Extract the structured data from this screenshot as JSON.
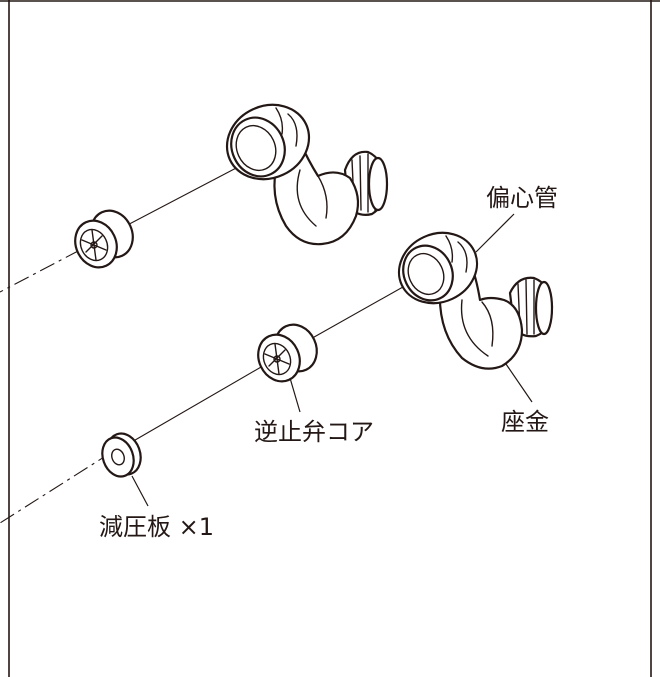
{
  "labels": {
    "eccentric_pipe": "偏心管",
    "washer": "座金",
    "check_valve_core": "逆止弁コア",
    "pressure_reducing_plate": "減圧板 ×1"
  },
  "colors": {
    "line": "#231815",
    "background": "#ffffff"
  }
}
